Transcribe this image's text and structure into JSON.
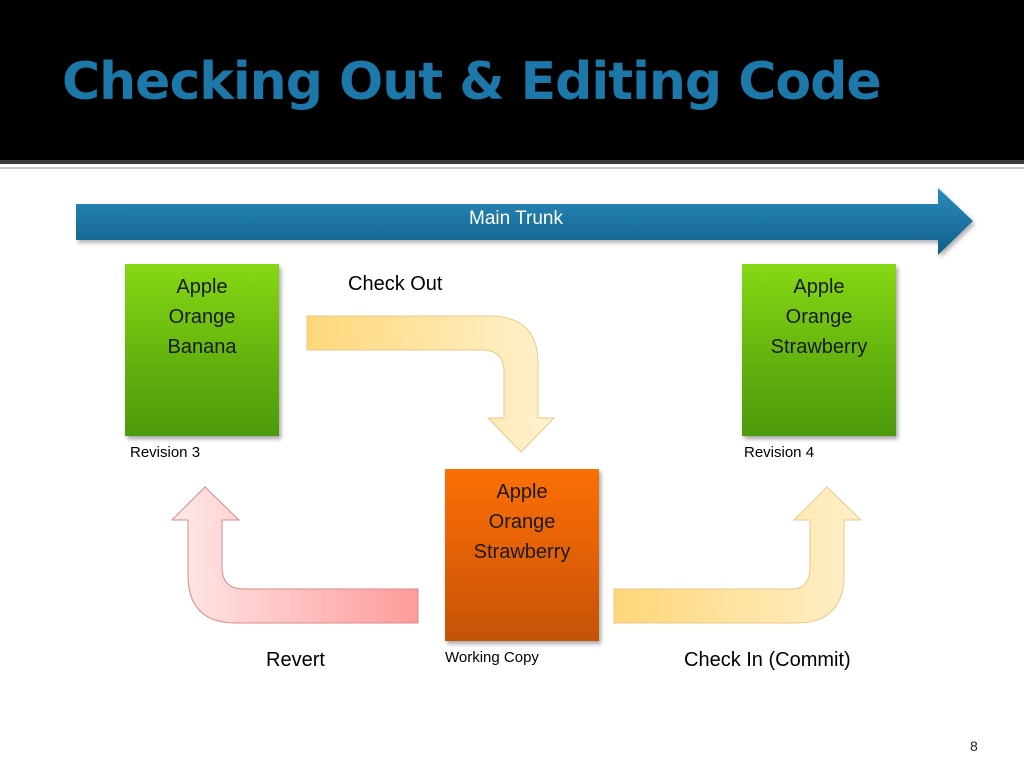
{
  "slide": {
    "title": "Checking Out & Editing Code",
    "page_number": "8"
  },
  "trunk": {
    "label": "Main Trunk",
    "color": "#1b75a1"
  },
  "boxes": {
    "revision3": {
      "items": [
        "Apple",
        "Orange",
        "Banana"
      ],
      "caption": "Revision 3"
    },
    "revision4": {
      "items": [
        "Apple",
        "Orange",
        "Strawberry"
      ],
      "caption": "Revision 4"
    },
    "working_copy": {
      "items": [
        "Apple",
        "Orange",
        "Strawberry"
      ],
      "caption": "Working Copy"
    }
  },
  "arrows": {
    "check_out": "Check Out",
    "revert": "Revert",
    "check_in": "Check In (Commit)"
  },
  "colors": {
    "title": "#1b78a8",
    "green_box": "#6cbc10",
    "orange_box": "#ea6506",
    "yellow_arrow": "#ffe08a",
    "red_arrow": "#ff9a9a"
  }
}
